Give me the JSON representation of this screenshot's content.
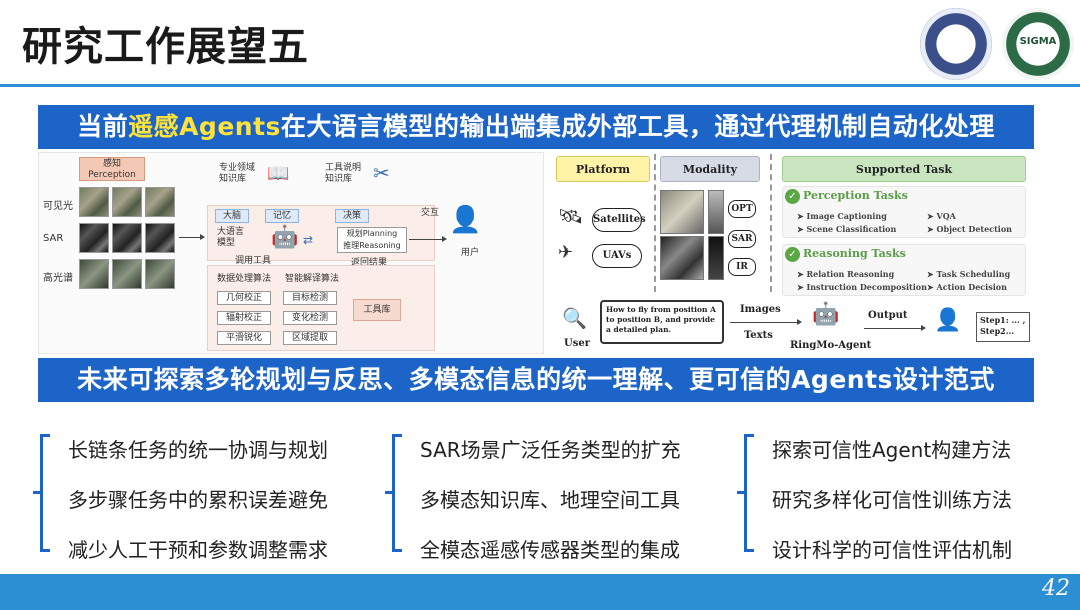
{
  "header": {
    "title": "研究工作展望五",
    "logos": [
      "university-seal",
      "sigma-lab-logo"
    ],
    "logo2_text": "SIGMA"
  },
  "banner1": {
    "prefix": "当前",
    "highlight": "遥感Agents",
    "suffix": "在大语言模型的输出端集成外部工具，通过代理机制自动化处理"
  },
  "banner2": {
    "text": "未来可探索多轮规划与反思、多模态信息的统一理解、更可信的Agents设计范式"
  },
  "left_figure": {
    "perception": "感知\nPerception",
    "rows": [
      "可见光",
      "SAR",
      "高光谱"
    ],
    "knowledge_base": "专业领域\n知识库",
    "tool_manual": "工具说明\n知识库",
    "brain": "大脑",
    "llm": "大语言\n模型",
    "memory": "记忆",
    "decision": "决策",
    "planning": "规划Planning\n推理Reasoning",
    "interact": "交互",
    "user": "用户",
    "call_tools": "调用工具",
    "return_result": "返回结果",
    "data_algo": "数据处理算法",
    "interp_algo": "智能解译算法",
    "algos_left": [
      "几何校正",
      "辐射校正",
      "平滑锐化"
    ],
    "algos_right": [
      "目标检测",
      "变化检测",
      "区域提取"
    ],
    "toolbox": "工具库"
  },
  "right_figure": {
    "platform": "Platform",
    "modality": "Modality",
    "supported_task": "Supported Task",
    "platforms": [
      "Satellites",
      "UAVs"
    ],
    "modalities": [
      "OPT",
      "SAR",
      "IR"
    ],
    "perception_tasks": {
      "title": "Perception Tasks",
      "items": [
        "Image Captioning",
        "Scene Classification",
        "VQA",
        "Object Detection"
      ]
    },
    "reasoning_tasks": {
      "title": "Reasoning Tasks",
      "items": [
        "Relation Reasoning",
        "Instruction Decomposition",
        "Task Scheduling",
        "Action Decision"
      ]
    },
    "user": "User",
    "query": "How to fly from position A to position B, and provide a detailed plan.",
    "images": "Images",
    "texts": "Texts",
    "agent": "RingMo-Agent",
    "output": "Output",
    "steps": "Step1: ... ,\nStep2..."
  },
  "columns": [
    {
      "items": [
        "长链条任务的统一协调与规划",
        "多步骤任务中的累积误差避免",
        "减少人工干预和参数调整需求"
      ]
    },
    {
      "items": [
        "SAR场景广泛任务类型的扩充",
        "多模态知识库、地理空间工具",
        "全模态遥感传感器类型的集成"
      ]
    },
    {
      "items": [
        "探索可信性Agent构建方法",
        "研究多样化可信性训练方法",
        "设计科学的可信性评估机制"
      ]
    }
  ],
  "colors": {
    "accent": "#1d64c8",
    "highlight": "#ffe23a",
    "rule": "#2d8fd3"
  },
  "footer": {
    "page": "42"
  }
}
